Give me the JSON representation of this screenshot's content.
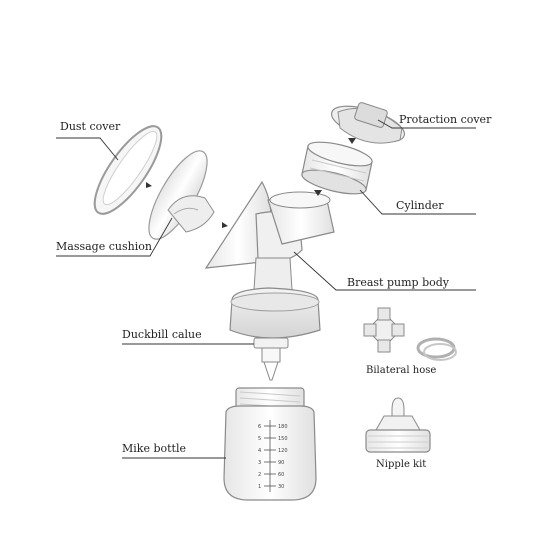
{
  "labels": {
    "dust_cover": "Dust cover",
    "massage_cushion": "Massage cushion",
    "protection_cover": "Protaction cover",
    "cylinder": "Cylinder",
    "breast_pump_body": "Breast pump body",
    "duckbill_valve": "Duckbill calue",
    "bilateral_hose": "Bilateral hose",
    "mike_bottle": "Mike bottle",
    "nipple_kit": "Nipple kit"
  },
  "bottle_scale": {
    "oz": [
      "6",
      "5",
      "4",
      "3",
      "2",
      "1"
    ],
    "ml": [
      "180",
      "150",
      "120",
      "90",
      "60",
      "30"
    ]
  },
  "colors": {
    "outline": "#8a8a8a",
    "fill": "#f1f1f1",
    "shade": "#d9d9d9",
    "line": "#333333"
  }
}
